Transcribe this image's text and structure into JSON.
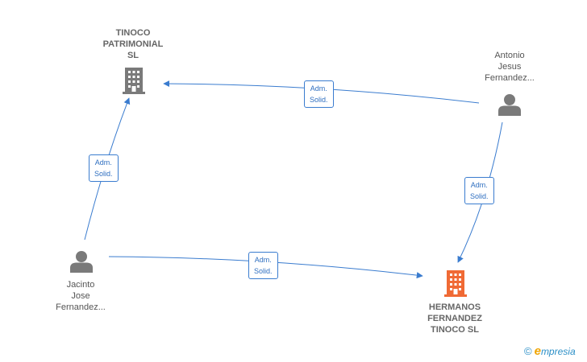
{
  "nodes": {
    "tinoco": {
      "label": "TINOCO\nPATRIMONIAL\nSL",
      "type": "company",
      "color": "#7a7a7a"
    },
    "antonio": {
      "label": "Antonio\nJesus\nFernandez...",
      "type": "person",
      "color": "#7a7a7a"
    },
    "jacinto": {
      "label": "Jacinto\nJose\nFernandez...",
      "type": "person",
      "color": "#7a7a7a"
    },
    "hermanos": {
      "label": "HERMANOS\nFERNANDEZ\nTINOCO  SL",
      "type": "company",
      "color": "#f06a35"
    }
  },
  "edges": {
    "antonio_tinoco": {
      "from": "antonio",
      "to": "tinoco",
      "label": "Adm.\nSolid."
    },
    "jacinto_tinoco": {
      "from": "jacinto",
      "to": "tinoco",
      "label": "Adm.\nSolid."
    },
    "antonio_hermanos": {
      "from": "antonio",
      "to": "hermanos",
      "label": "Adm.\nSolid."
    },
    "jacinto_hermanos": {
      "from": "jacinto",
      "to": "hermanos",
      "label": "Adm.\nSolid."
    }
  },
  "edge_color": "#3a7ccf",
  "brand": {
    "copyright": "©",
    "initial": "e",
    "rest": "mpresia"
  }
}
